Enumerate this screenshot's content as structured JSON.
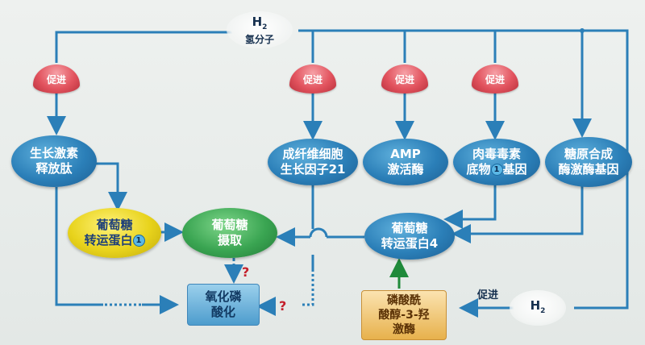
{
  "h2_top": {
    "main": "H",
    "sub": "2",
    "caption": "氢分子"
  },
  "h2_bottom": {
    "main": "H",
    "sub": "2"
  },
  "promote_label": "促进",
  "question_mark": "?",
  "circled_one": "1",
  "nodes": {
    "gh": {
      "line1": "生长激素",
      "line2": "释放肽"
    },
    "fgf": {
      "line1": "成纤维细胞",
      "line2": "生长因子21"
    },
    "ampk": {
      "line1": "AMP",
      "line2": "激活酶"
    },
    "carnitine": {
      "line1": "肉毒毒素",
      "line2a": "底物",
      "line2b": "基因"
    },
    "glycogen": {
      "line1": "糖原合成",
      "line2": "酶激酶基因"
    },
    "glut1": {
      "line1": "葡萄糖",
      "line2": "转运蛋白"
    },
    "uptake": {
      "line1": "葡萄糖",
      "line2": "摄取"
    },
    "glut4": {
      "line1": "葡萄糖",
      "line2": "转运蛋白4"
    },
    "oxphos": {
      "line1": "氧化磷",
      "line2": "酸化"
    },
    "pi3k": {
      "line1": "磷酸酰",
      "line2": "酸醇-3-羟",
      "line3": "激酶"
    }
  }
}
